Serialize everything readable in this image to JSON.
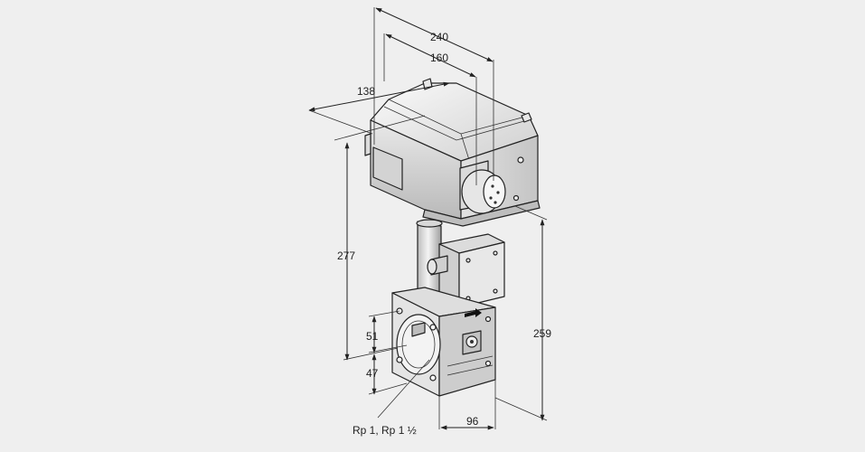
{
  "dimensions": {
    "d240": "240",
    "d160": "160",
    "d138": "138",
    "d277": "277",
    "d259": "259",
    "d51": "51",
    "d47": "47",
    "d96": "96"
  },
  "connection_label": "Rp 1, Rp 1 ½"
}
